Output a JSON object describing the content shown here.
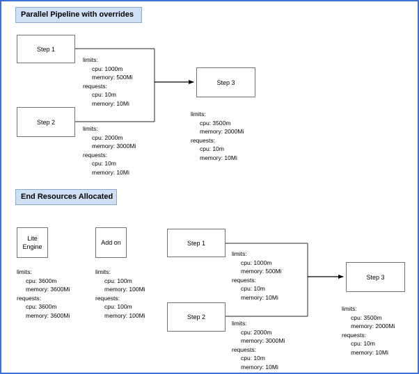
{
  "page": {
    "border_color": "#3e6fd9",
    "background": "#ffffff"
  },
  "sections": [
    {
      "id": "parallel-pipeline",
      "title": "Parallel Pipeline with  overrides",
      "title_bg": "#cfe0f4"
    },
    {
      "id": "end-resources-allocated",
      "title": "End Resources Allocated",
      "title_bg": "#cfe0f4"
    }
  ],
  "top": {
    "nodes": {
      "step1": {
        "label": "Step 1"
      },
      "step2": {
        "label": "Step 2"
      },
      "step3": {
        "label": "Step 3"
      }
    },
    "specs": {
      "step1": {
        "limits_key": "limits:",
        "limits_cpu": "cpu: 1000m",
        "limits_memory": "memory: 500Mi",
        "requests_key": "requests:",
        "requests_cpu": "cpu: 10m",
        "requests_memory": "memory: 10Mi"
      },
      "step2": {
        "limits_key": "limits:",
        "limits_cpu": "cpu: 2000m",
        "limits_memory": "memory: 3000Mi",
        "requests_key": "requests:",
        "requests_cpu": "cpu: 10m",
        "requests_memory": "memory: 10Mi"
      },
      "step3": {
        "limits_key": "limits:",
        "limits_cpu": "cpu: 3500m",
        "limits_memory": "memory: 2000Mi",
        "requests_key": "requests:",
        "requests_cpu": "cpu: 10m",
        "requests_memory": "memory: 10Mi"
      }
    }
  },
  "bottom": {
    "nodes": {
      "lite_engine": {
        "label": "Lite\nEngine"
      },
      "add_on": {
        "label": "Add on"
      },
      "step1": {
        "label": "Step 1"
      },
      "step2": {
        "label": "Step 2"
      },
      "step3": {
        "label": "Step 3"
      }
    },
    "specs": {
      "lite_engine": {
        "limits_key": "limits:",
        "limits_cpu": "cpu: 3600m",
        "limits_memory": "memory: 3600Mi",
        "requests_key": "requests:",
        "requests_cpu": "cpu: 3600m",
        "requests_memory": "memory: 3600Mi"
      },
      "add_on": {
        "limits_key": "limits:",
        "limits_cpu": "cpu: 100m",
        "limits_memory": "memory: 100Mi",
        "requests_key": "requests:",
        "requests_cpu": "cpu: 100m",
        "requests_memory": "memory: 100Mi"
      },
      "step1": {
        "limits_key": "limits:",
        "limits_cpu": "cpu: 1000m",
        "limits_memory": "memory: 500Mi",
        "requests_key": "requests:",
        "requests_cpu": "cpu: 10m",
        "requests_memory": "memory: 10Mi"
      },
      "step2": {
        "limits_key": "limits:",
        "limits_cpu": "cpu: 2000m",
        "limits_memory": "memory: 3000Mi",
        "requests_key": "requests:",
        "requests_cpu": "cpu: 10m",
        "requests_memory": "memory: 10Mi"
      },
      "step3": {
        "limits_key": "limits:",
        "limits_cpu": "cpu: 3500m",
        "limits_memory": "memory: 2000Mi",
        "requests_key": "requests:",
        "requests_cpu": "cpu: 10m",
        "requests_memory": "memory: 10Mi"
      }
    }
  }
}
